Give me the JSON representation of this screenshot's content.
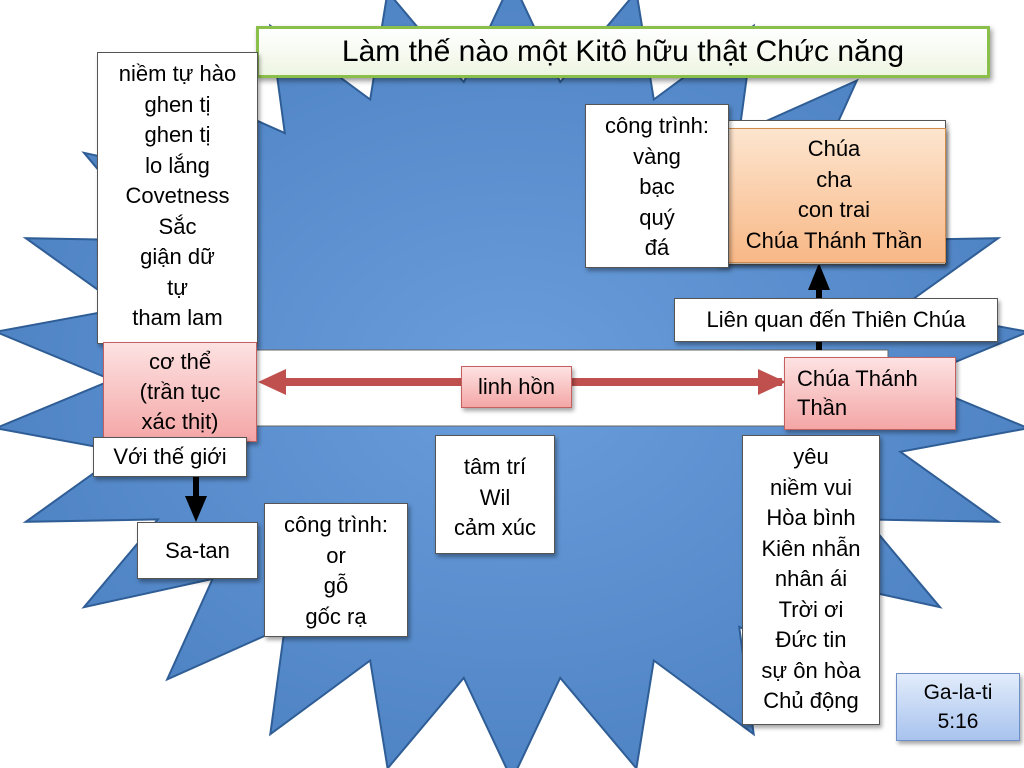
{
  "title": "Làm thế nào một Kitô hữu thật Chức năng",
  "sins_box": {
    "lines": [
      "niềm tự hào",
      "ghen tị",
      "ghen tị",
      "lo lắng",
      "Covetness",
      "Sắc",
      "giận dữ",
      "tự",
      "tham lam"
    ]
  },
  "gold_box": {
    "lines": [
      "công trình:",
      "vàng",
      "bạc",
      "quý",
      "đá"
    ]
  },
  "god_box": {
    "lines": [
      "Chúa",
      "cha",
      "con trai",
      "Chúa Thánh Thần"
    ]
  },
  "relation_label": "Liên quan đến Thiên Chúa",
  "body_box": {
    "lines": [
      "cơ thể",
      "(trần tục",
      "xác thịt)"
    ]
  },
  "soul_label": "linh hồn",
  "spirit_box": {
    "lines": [
      "Chúa Thánh",
      "Thần"
    ]
  },
  "world_label": "Với thế giới",
  "satan_label": "Sa-tan",
  "wood_box": {
    "lines": [
      "công trình:",
      "or",
      "gỗ",
      "gốc rạ"
    ]
  },
  "mind_box": {
    "lines": [
      "tâm trí",
      "Wil",
      "cảm xúc"
    ]
  },
  "fruit_box": {
    "lines": [
      "yêu",
      "niềm vui",
      "Hòa bình",
      "Kiên nhẫn",
      "nhân ái",
      "Trời ơi",
      "Đức tin",
      "sự ôn hòa",
      "Chủ động"
    ]
  },
  "reference": {
    "lines": [
      "Ga-la-ti",
      "5:16"
    ]
  },
  "colors": {
    "star_fill": "#5a8fd0",
    "star_stroke": "#2f5d95",
    "title_border": "#8bbf4c",
    "arrow_red": "#c0504d"
  }
}
